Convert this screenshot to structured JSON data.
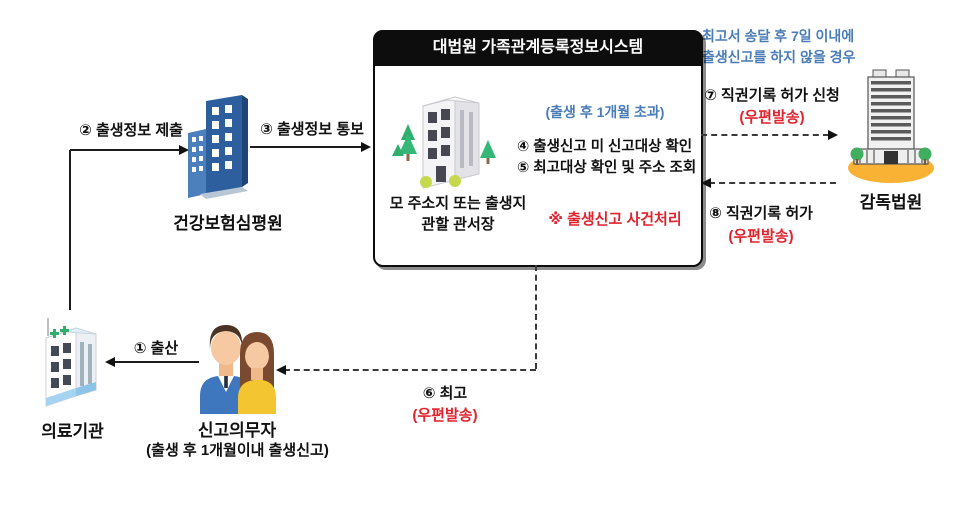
{
  "colors": {
    "blue": "#4a7cb8",
    "red": "#e1232e",
    "building_blue": "#2d5f9f",
    "court_base_orange": "#f9b234"
  },
  "system_box": {
    "title": "대법원 가족관계등록정보시스템",
    "overdue_note": "(출생 후 1개월 초과)",
    "step4": "④ 출생신고 미 신고대상 확인",
    "step5": "⑤ 최고대상 확인 및 주소 조회",
    "office_line1": "모 주소지 또는 출생지",
    "office_line2": "관할 관서장",
    "case_note": "※ 출생신고 사건처리"
  },
  "notice_top_right": {
    "line1": "최고서 송달 후 7일 이내에",
    "line2": "출생신고를 하지 않을 경우"
  },
  "nodes": {
    "hira": {
      "label": "건강보험심평원"
    },
    "court": {
      "label": "감독법원"
    },
    "medical": {
      "label": "의료기관"
    },
    "reporter": {
      "label": "신고의무자",
      "sublabel": "(출생 후 1개월이내 출생신고)"
    }
  },
  "steps": {
    "step1": {
      "label": "① 출산"
    },
    "step2": {
      "label": "② 출생정보 제출"
    },
    "step3": {
      "label": "③ 출생정보 통보"
    },
    "step6": {
      "label": "⑥ 최고",
      "sub": "(우편발송)"
    },
    "step7": {
      "label": "⑦ 직권기록 허가 신청",
      "sub": "(우편발송)"
    },
    "step8": {
      "label": "⑧ 직권기록 허가",
      "sub": "(우편발송)"
    }
  },
  "icons": {
    "registry_building": "registry-office-building-icon",
    "hira_building": "hira-building-icon",
    "court_building": "court-building-icon",
    "medical_building": "medical-building-icon",
    "reporter_couple": "parents-couple-icon"
  }
}
